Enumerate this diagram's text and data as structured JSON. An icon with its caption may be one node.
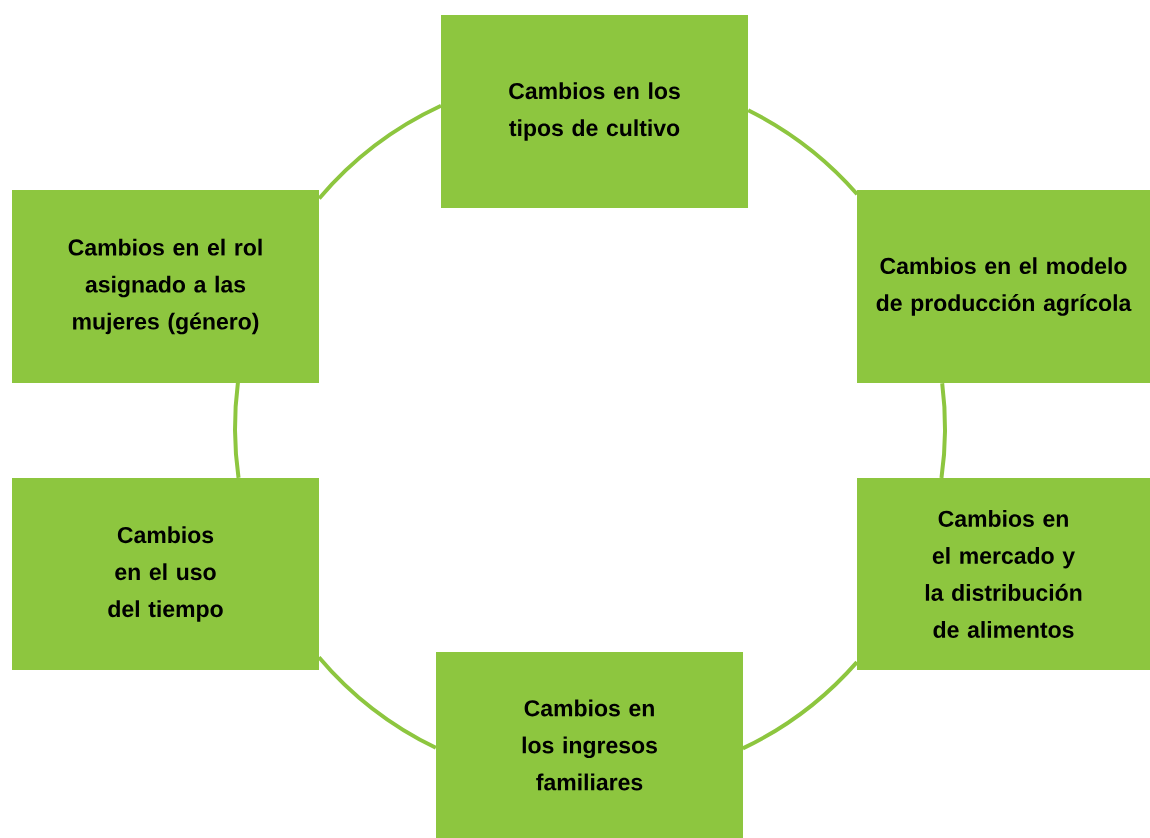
{
  "diagram": {
    "nodes": [
      {
        "text": [
          "Cambios en los tipos de cultivo"
        ]
      },
      {
        "text": [
          "Cambios en el rol asignado a las mujeres (género)"
        ]
      },
      {
        "text": [
          "Cambios en el modelo de producción agrícola"
        ]
      },
      {
        "text": [
          "Cambios en el uso del tiempo"
        ]
      },
      {
        "text": [
          "Cambios en el mercado y la distribución de alimentos"
        ]
      },
      {
        "text": [
          "Cambios en los ingresos familiares"
        ]
      }
    ],
    "edges": [
      {
        "from": 0,
        "to": 2,
        "arrow": "none"
      },
      {
        "from": 2,
        "to": 4,
        "arrow": "none"
      },
      {
        "from": 4,
        "to": 5,
        "arrow": "none"
      },
      {
        "from": 5,
        "to": 3,
        "arrow": "none"
      },
      {
        "from": 3,
        "to": 1,
        "arrow": "none"
      },
      {
        "from": 1,
        "to": 0,
        "arrow": "none"
      }
    ]
  }
}
